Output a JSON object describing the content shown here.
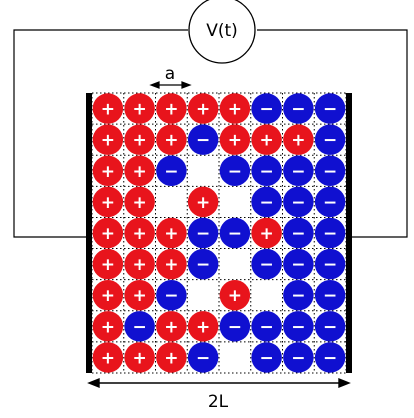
{
  "source": {
    "label": "V(t)"
  },
  "spacing": {
    "label": "a"
  },
  "width": {
    "label": "2L"
  },
  "legend_symbols": {
    "positive": "+",
    "negative": "−"
  },
  "colors": {
    "positive_ion": "#e8141c",
    "negative_ion": "#1010d0",
    "electrode": "#000000",
    "wire": "#000000",
    "grid": "#000000",
    "ion_symbol": "#ffffff"
  },
  "lattice": {
    "rows": 9,
    "columns": 8,
    "legend": "P = positive ion (+), N = negative ion (-), . = empty site",
    "occupancy": [
      "PPPPPNNN",
      "PPPNPPPN",
      "PPN.NNNN",
      "PP.P.NNN",
      "PPPNNPNN",
      "PPPN.NNN",
      "PPN.P.NN",
      "PNPPNNNN",
      "PPPN.NNN"
    ]
  }
}
